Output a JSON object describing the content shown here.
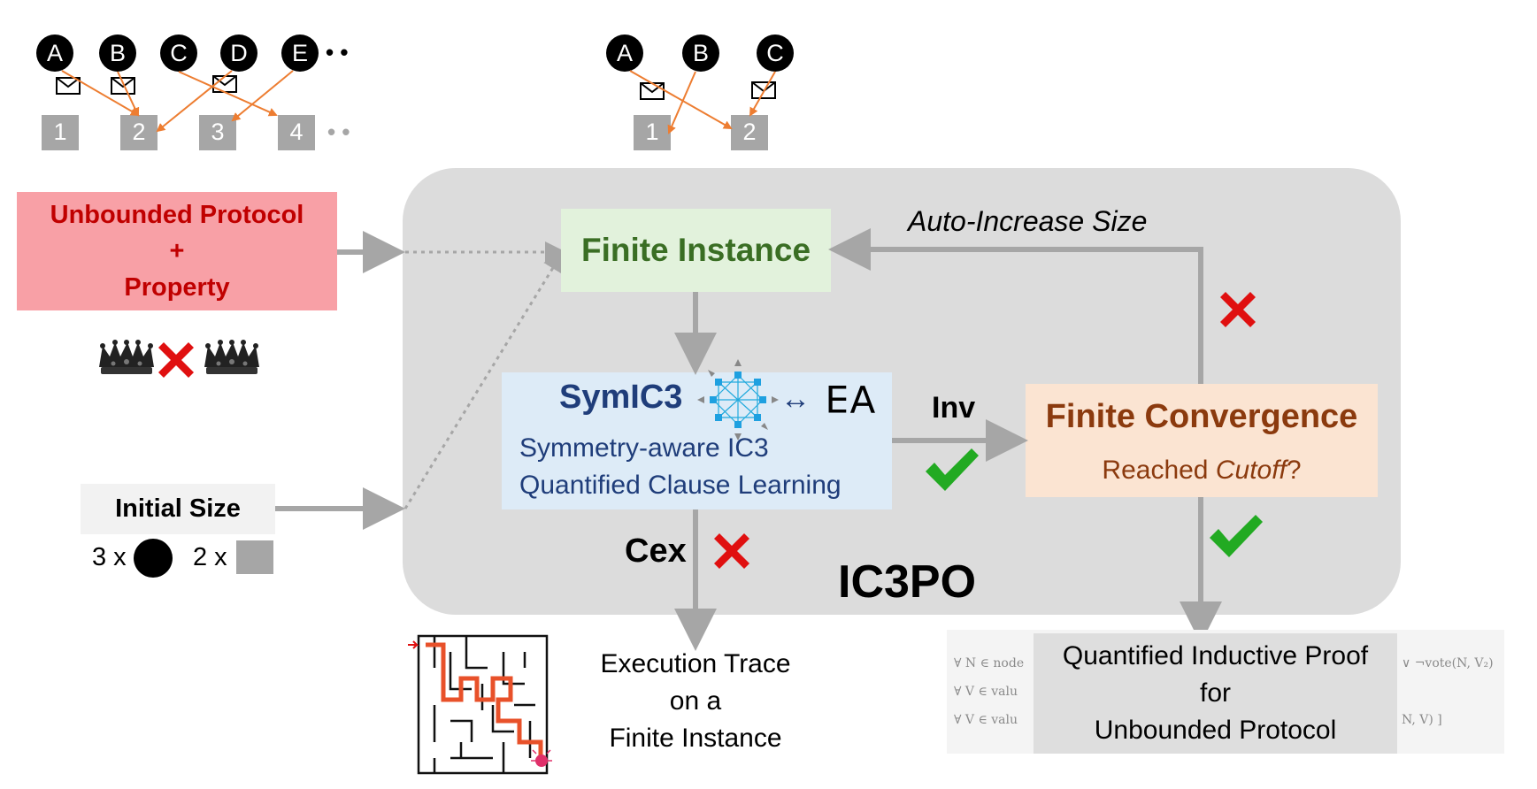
{
  "protocol_box": {
    "line1": "Unbounded Protocol",
    "line2": "+",
    "line3": "Property"
  },
  "initial_size": {
    "label": "Initial Size",
    "nodes_count": "3 x",
    "msgs_count": "2 x"
  },
  "example_left": {
    "nodes": [
      "A",
      "B",
      "C",
      "D",
      "E"
    ],
    "ellipsis": "• •",
    "slots": [
      "1",
      "2",
      "3",
      "4"
    ],
    "slot_ellipsis": "• •"
  },
  "example_right": {
    "nodes": [
      "A",
      "B",
      "C"
    ],
    "slots": [
      "1",
      "2"
    ]
  },
  "ic3po": {
    "title": "IC3PO",
    "finite_instance": "Finite Instance",
    "auto_increase": "Auto-Increase Size",
    "symic3": {
      "title": "SymIC3",
      "line1": "Symmetry-aware IC3",
      "line2": "Quantified Clause Learning",
      "quantifiers": "∀∃",
      "swap_arrow": "↔"
    },
    "inv_label": "Inv",
    "cex_label": "Cex",
    "finite_convergence": {
      "title": "Finite Convergence",
      "question_prefix": "Reached ",
      "question_italic": "Cutoff",
      "question_suffix": "?"
    }
  },
  "execution_trace": {
    "line1": "Execution Trace",
    "line2": "on a",
    "line3": "Finite Instance"
  },
  "proof": {
    "line1": "Quantified Inductive Proof",
    "line2": "for",
    "line3": "Unbounded Protocol"
  },
  "proof_background": {
    "left": [
      "∀ N ∈ node",
      "∀ V ∈ valu",
      "∀ V ∈ valu"
    ],
    "right": [
      "∨ ¬vote(N, V₂)",
      "N, V) ]"
    ]
  },
  "colors": {
    "protocol_fill": "#f8a0a6",
    "protocol_text": "#c00000",
    "finite_fill": "#e2f2dc",
    "finite_text": "#3a6e24",
    "symic3_fill": "#ddebf7",
    "symic3_text": "#1f3d7a",
    "convergence_fill": "#fbe4d2",
    "convergence_text": "#8b3a0e",
    "ic3po_bg": "#dcdcdc",
    "arrow": "#a6a6a6",
    "orange": "#ed7d31",
    "check": "#22aa22",
    "cross": "#e01010"
  },
  "icons": [
    "crown-icon",
    "cross-icon",
    "check-icon",
    "envelope-icon",
    "network-icon",
    "maze-icon"
  ]
}
